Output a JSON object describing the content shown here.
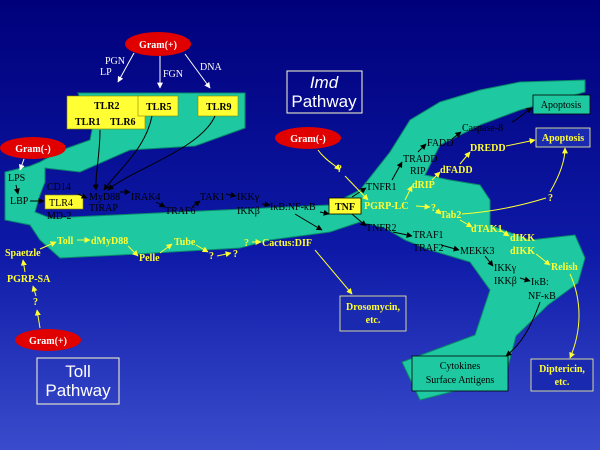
{
  "titles": {
    "imd_line1": "Imd",
    "imd_line2": "Pathway",
    "toll_line1": "Toll",
    "toll_line2": "Pathway"
  },
  "microbes": {
    "gram_pos_top": "Gram(+)",
    "gram_neg_left": "Gram(-)",
    "gram_neg_mid": "Gram(-)",
    "gram_pos_bottom": "Gram(+)"
  },
  "ligands": {
    "pgn": "PGN",
    "lp": "LP",
    "fgn": "FGN",
    "dna": "DNA",
    "lps": "LPS"
  },
  "receptors": {
    "tlr2": "TLR2",
    "tlr1": "TLR1",
    "tlr6": "TLR6",
    "tlr5": "TLR5",
    "tlr9": "TLR9",
    "tlr4": "TLR4",
    "cd14": "CD14",
    "lbp": "LBP",
    "md2": "MD-2"
  },
  "mammal_nodes": {
    "myd88": "MyD88",
    "tirap": "TIRAP",
    "irak4": "IRAK4",
    "traf6": "TRAF6",
    "tak1": "TAK1",
    "ikkg": "IKKγ",
    "ikkb": "IKKβ",
    "ikb_nfkb": "IκB:NF-κB",
    "tnf": "TNF",
    "tnfr1": "TNFR1",
    "tnfr2": "TNFR2",
    "tradd": "TRADD",
    "fadd": "FADD",
    "rip": "RIP",
    "caspase8": "Caspase-8",
    "traf1": "TRAF1",
    "traf2": "TRAF2",
    "mekk3": "MEKK3",
    "ikkg2": "IKKγ",
    "ikkb2": "IKKβ",
    "ikb2": "IκB:",
    "nfkb2": "NF-κB"
  },
  "fly_nodes": {
    "pgrp_lc": "PGRP-LC",
    "drip": "dRIP",
    "dfadd": "dFADD",
    "dredd": "DREDD",
    "tab2": "Tab2",
    "dtak1": "dTAK1",
    "dikk1": "dIKK",
    "dikk2": "dIKK",
    "relish": "Relish",
    "spaetzle": "Spaetzle",
    "toll": "Toll",
    "dmyd88": "dMyD88",
    "pelle": "Pelle",
    "tube": "Tube",
    "cactus_dif": "Cactus:DIF",
    "pgrp_sa": "PGRP-SA"
  },
  "unknowns": {
    "q": "?"
  },
  "outputs": {
    "apoptosis_mammal": "Apoptosis",
    "apoptosis_fly": "Apoptosis",
    "drosomycin_line1": "Drosomycin,",
    "drosomycin_line2": "etc.",
    "diptericin_line1": "Diptericin,",
    "diptericin_line2": "etc.",
    "cytokines_line1": "Cytokines",
    "cytokines_line2": "Surface Antigens"
  },
  "colors": {
    "membrane": "#1ec8a0",
    "highlight_box": "#ffff33",
    "ellipse": "#e00000",
    "background_top": "#00007a",
    "background_bottom": "#3a4ccc"
  }
}
